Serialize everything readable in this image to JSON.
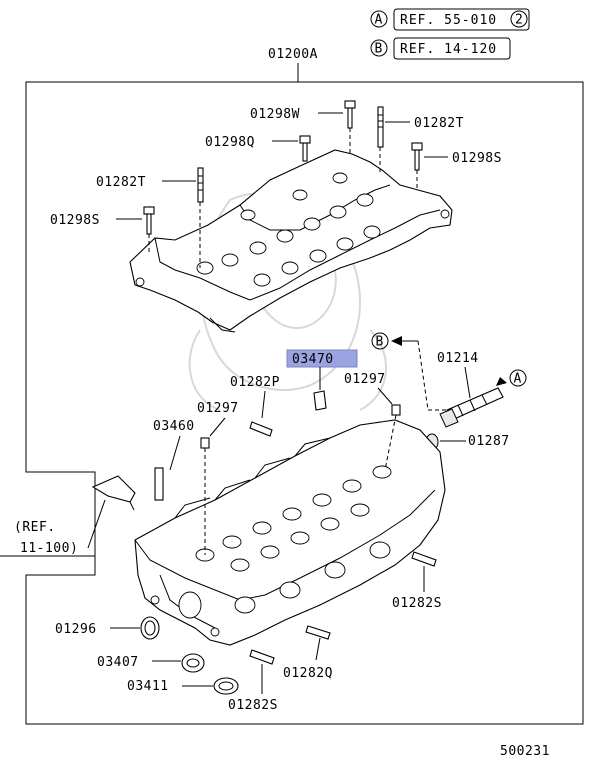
{
  "diagram_code": "500231",
  "assembly_label": "01200A",
  "references": [
    {
      "letter": "A",
      "ref": "REF. 55-010",
      "circled_suffix": "2"
    },
    {
      "letter": "B",
      "ref": "REF. 14-120"
    }
  ],
  "highlighted_part": "03470",
  "external_ref": {
    "line1": "(REF.",
    "line2": "11-100)"
  },
  "arrow_markers": {
    "b": "B",
    "a": "A"
  },
  "labels": {
    "p01298W": "01298W",
    "p01282T_top": "01282T",
    "p01298Q": "01298Q",
    "p01298S_right": "01298S",
    "p01282T_left": "01282T",
    "p01298S_left": "01298S",
    "p01214": "01214",
    "p01282P": "01282P",
    "p01297_mid": "01297",
    "p01297_left": "01297",
    "p03460": "03460",
    "p01287": "01287",
    "p01282S_right": "01282S",
    "p01296": "01296",
    "p03407": "03407",
    "p01282Q": "01282Q",
    "p03411": "03411",
    "p01282S_bottom": "01282S"
  }
}
